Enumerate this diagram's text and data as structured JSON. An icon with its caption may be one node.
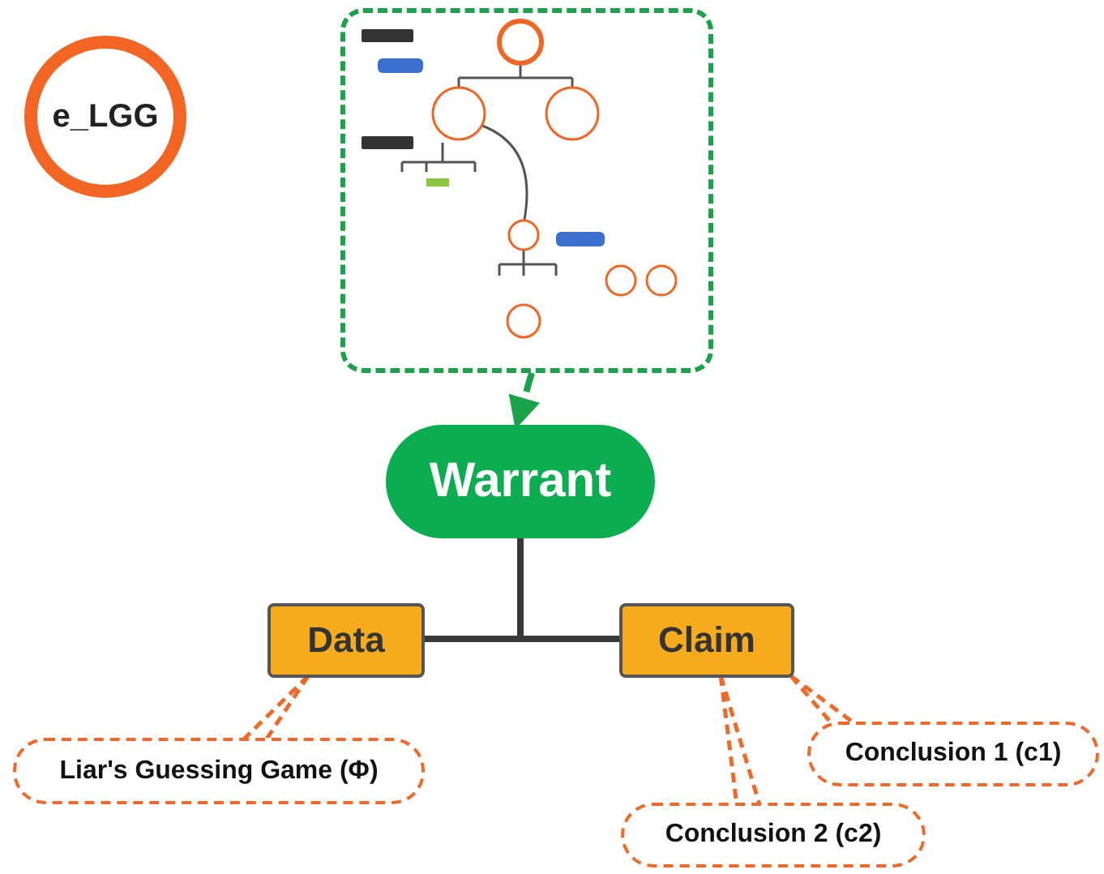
{
  "diagram": {
    "nodes": [
      {
        "text": [
          "e_LGG"
        ]
      },
      {
        "text": [],
        "shape": "picture"
      },
      {
        "text": [
          "Warrant"
        ]
      },
      {
        "text": [
          "Data"
        ]
      },
      {
        "text": [
          "Claim"
        ]
      },
      {
        "text": [
          "Liar's Guessing Game (Φ)"
        ]
      },
      {
        "text": [
          "Conclusion 1 (c1)"
        ]
      },
      {
        "text": [
          "Conclusion 2 (c2)"
        ]
      }
    ],
    "edges": [
      {
        "from": 1,
        "to": 2,
        "arrow": "to",
        "style": "dashed",
        "color": "#1aa34a"
      },
      {
        "from": 2,
        "to": 3,
        "arrow": "none",
        "color": "#3a3a3a"
      },
      {
        "from": 2,
        "to": 4,
        "arrow": "none",
        "color": "#3a3a3a"
      },
      {
        "from": 3,
        "to": 5,
        "arrow": "none",
        "style": "dashed",
        "color": "#ef6a2a"
      },
      {
        "from": 4,
        "to": 6,
        "arrow": "none",
        "style": "dashed",
        "color": "#ef6a2a"
      },
      {
        "from": 4,
        "to": 7,
        "arrow": "none",
        "style": "dashed",
        "color": "#ef6a2a"
      }
    ]
  }
}
